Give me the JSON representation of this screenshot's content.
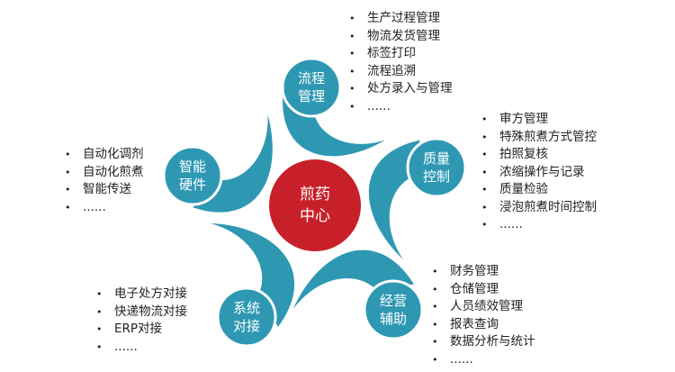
{
  "center": {
    "line1": "煎药",
    "line2": "中心"
  },
  "colors": {
    "node": "#2e98b3",
    "center": "#c8202a"
  },
  "nodes": [
    {
      "line1": "流程",
      "line2": "管理",
      "items": [
        "生产过程管理",
        "物流发货管理",
        "标签打印",
        "流程追溯",
        "处方录入与管理",
        "......"
      ]
    },
    {
      "line1": "质量",
      "line2": "控制",
      "items": [
        "审方管理",
        "特殊煎煮方式管控",
        "拍照复核",
        "浓缩操作与记录",
        "质量检验",
        "浸泡煎煮时间控制",
        "......"
      ]
    },
    {
      "line1": "经营",
      "line2": "辅助",
      "items": [
        "财务管理",
        "仓储管理",
        "人员绩效管理",
        "报表查询",
        "数据分析与统计",
        "......"
      ]
    },
    {
      "line1": "系统",
      "line2": "对接",
      "items": [
        "电子处方对接",
        "快递物流对接",
        "ERP对接",
        "......"
      ]
    },
    {
      "line1": "智能",
      "line2": "硬件",
      "items": [
        "自动化调剂",
        "自动化煎煮",
        "智能传送",
        "......"
      ]
    }
  ]
}
